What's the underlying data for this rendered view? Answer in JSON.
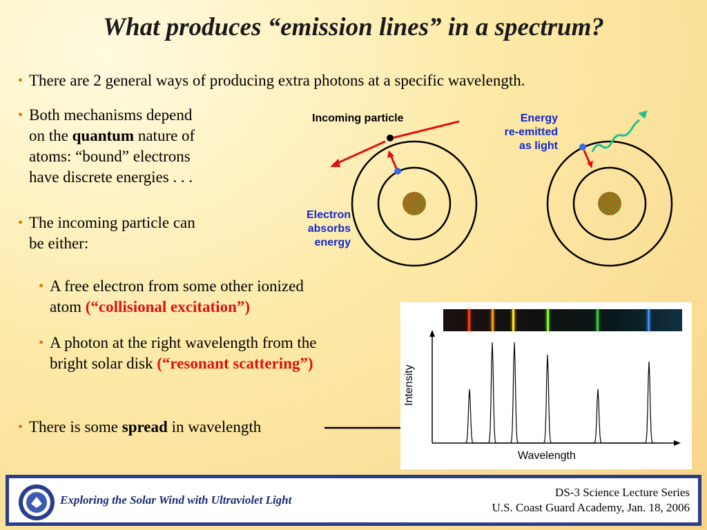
{
  "slide": {
    "title": "What produces “emission lines” in a spectrum?",
    "bullet1": "There are 2 general ways of producing extra photons at a specific wavelength.",
    "bullet2": {
      "l1": "Both mechanisms depend",
      "l2a": "on the ",
      "l2b": "quantum",
      "l2c": " nature of",
      "l3": "atoms:   “bound” electrons",
      "l4": "have discrete energies . . ."
    },
    "bullet3": {
      "l1": "The incoming particle can",
      "l2": "be either:"
    },
    "sub1": {
      "l1": "A free electron from some other ionized",
      "l2a": "atom  ",
      "l2b": "(“collisional excitation”)"
    },
    "sub2": {
      "l1": "A photon at the right wavelength from the",
      "l2a": "bright solar disk ",
      "l2b": "(“resonant scattering”)"
    },
    "bullet4": {
      "a": "There is some ",
      "b": "spread",
      "c": " in wavelength"
    }
  },
  "diagram": {
    "incoming_label": "Incoming particle",
    "electron_label": [
      "Electron",
      "absorbs",
      "energy"
    ],
    "energy_label": [
      "Energy",
      "re-emitted",
      "as light"
    ]
  },
  "spectrum": {
    "ylabel": "Intensity",
    "xlabel": "Wavelength",
    "band_line_colors": [
      "#ff3a10",
      "#ff9a10",
      "#ffe010",
      "#80ff20",
      "#40c040",
      "#4090ff"
    ],
    "peak_colors_note_free": ""
  },
  "footer": {
    "left": "Exploring the Solar Wind with Ultraviolet Light",
    "right1": "DS-3 Science Lecture Series",
    "right2": "U.S. Coast Guard Academy, Jan. 18, 2006"
  },
  "colors": {
    "accent_red": "#dd1111",
    "label_blue": "#1428c8",
    "footer_blue": "#2a3d8a"
  }
}
